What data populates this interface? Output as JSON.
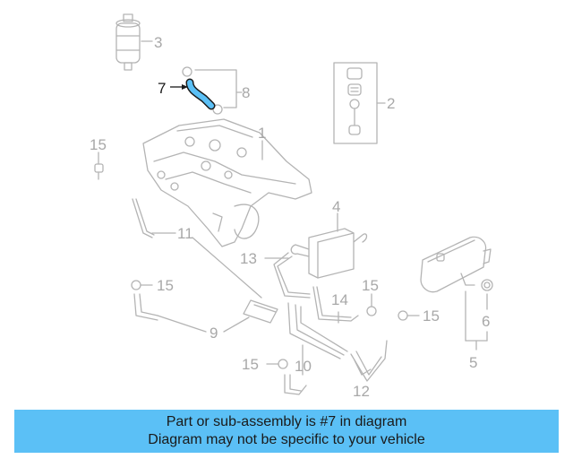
{
  "callouts": {
    "c1": "1",
    "c2": "2",
    "c3": "3",
    "c4": "4",
    "c5": "5",
    "c6": "6",
    "c7": "7",
    "c8": "8",
    "c9": "9",
    "c10": "10",
    "c11": "11",
    "c12": "12",
    "c13": "13",
    "c14": "14",
    "c15a": "15",
    "c15b": "15",
    "c15c": "15",
    "c15d": "15",
    "c15e": "15"
  },
  "highlight": {
    "part": "7",
    "color": "#5bc0f6"
  },
  "banner": {
    "line1": "Part or sub-assembly is #7 in diagram",
    "line2": "Diagram may not be specific to your vehicle"
  }
}
